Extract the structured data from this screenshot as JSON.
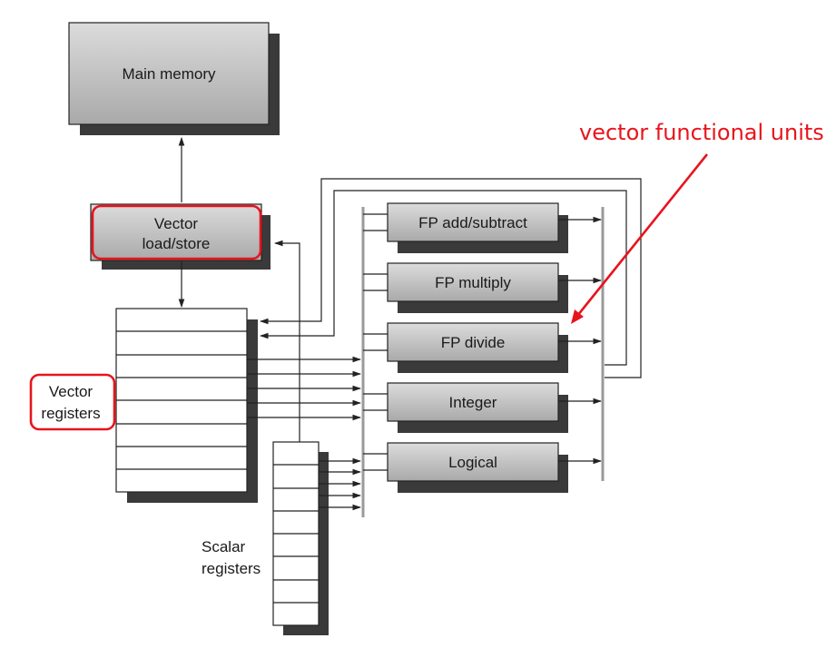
{
  "main_memory": {
    "label": "Main memory"
  },
  "load_store": {
    "line1": "Vector",
    "line2": "load/store"
  },
  "vector_registers": {
    "line1": "Vector",
    "line2": "registers"
  },
  "scalar_registers": {
    "line1": "Scalar",
    "line2": "registers"
  },
  "functional_units": [
    {
      "label": "FP add/subtract"
    },
    {
      "label": "FP multiply"
    },
    {
      "label": "FP divide"
    },
    {
      "label": "Integer"
    },
    {
      "label": "Logical"
    }
  ],
  "annotation": {
    "text": "vector functional units",
    "color": "#e8141c"
  },
  "colors": {
    "box_gradient_top": "#d6d6d6",
    "box_gradient_bottom": "#ababab",
    "shadow": "#3a3a3a",
    "bus": "#9a9a9a",
    "highlight": "#e8141c"
  }
}
